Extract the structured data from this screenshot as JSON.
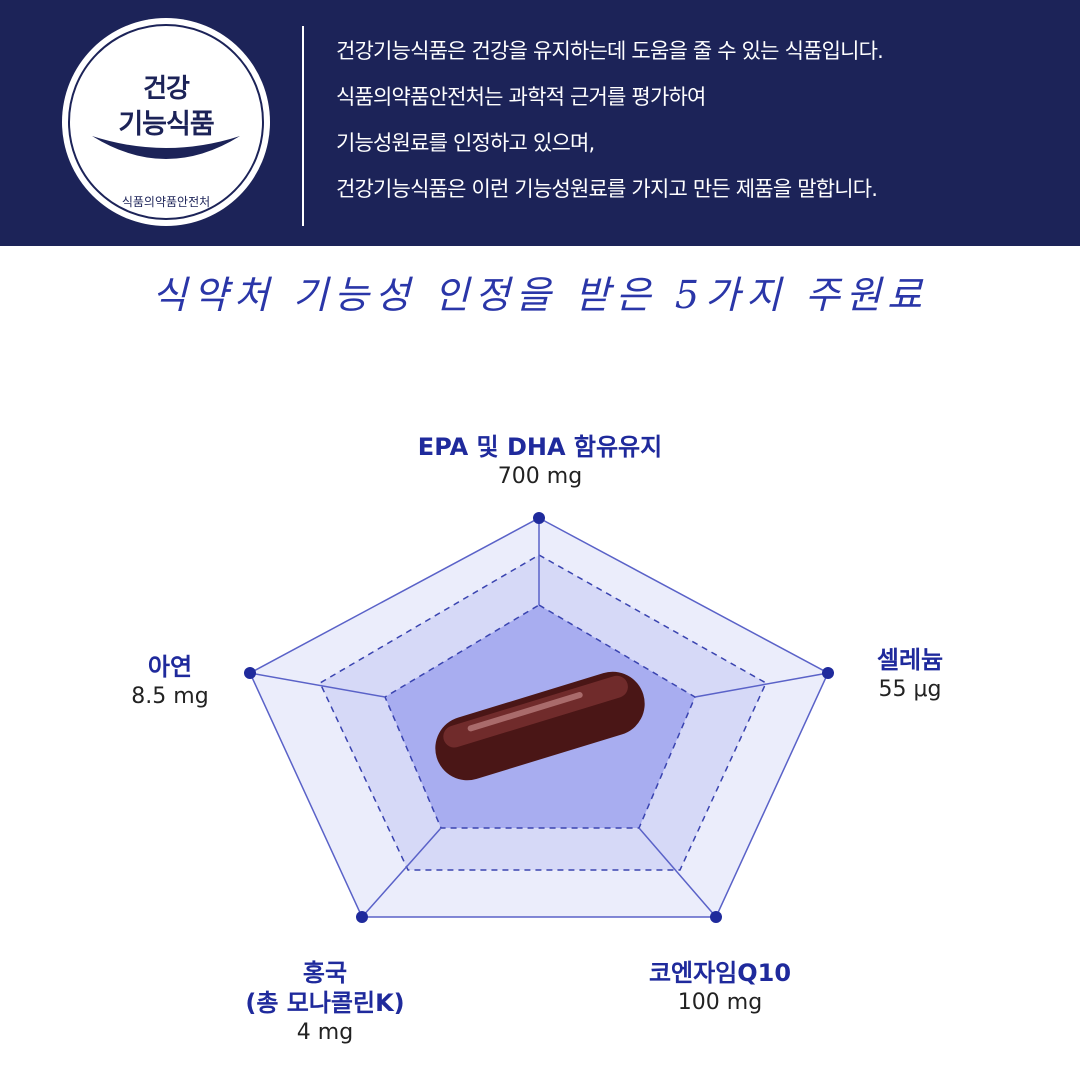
{
  "seal": {
    "line1": "건강",
    "line2": "기능식품",
    "org": "식품의약품안전처"
  },
  "intro": {
    "lines": [
      "건강기능식품은 건강을 유지하는데 도움을 줄 수 있는 식품입니다.",
      "식품의약품안전처는  과학적 근거를 평가하여",
      "기능성원료를 인정하고 있으며,",
      "건강기능식품은 이런 기능성원료를 가지고 만든 제품을 말합니다."
    ]
  },
  "headline": "식약처 기능성 인정을 받은 5가지 주원료",
  "ingredients": [
    {
      "name": "EPA 및 DHA 함유유지",
      "amount": "700 mg"
    },
    {
      "name": "셀레늄",
      "amount": "55 μg"
    },
    {
      "name": "코엔자임Q10",
      "amount": "100 mg"
    },
    {
      "name": "홍국",
      "name2": "(총 모나콜린K)",
      "amount": "4 mg"
    },
    {
      "name": "아연",
      "amount": "8.5 mg"
    }
  ],
  "colors": {
    "banner": "#1c2358",
    "accent": "#1f2a9c",
    "headline": "#2a36a8",
    "radar_outer": "#ebedfb",
    "radar_mid": "#d6d9f7",
    "radar_inner": "#a8adf0",
    "capsule": "#4a1616"
  },
  "icons": {
    "seal": "health-functional-food-seal-icon",
    "capsule": "omega3-softgel-capsule-icon"
  }
}
